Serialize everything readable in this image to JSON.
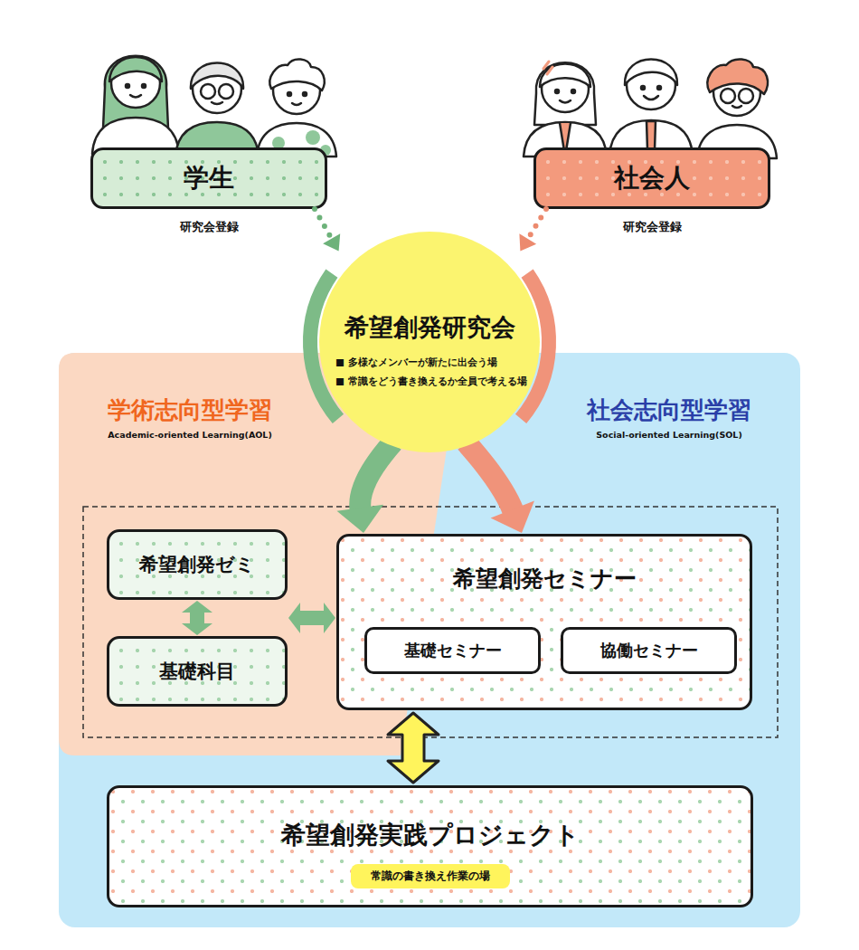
{
  "diagram": {
    "nodes": [
      {
        "text": [
          "学生",
          "研究会登録"
        ]
      },
      {
        "text": [
          "社会人",
          "研究会登録"
        ]
      },
      {
        "text": [
          "希望創発研究会",
          "■ 多様なメンバーが新たに出会う場",
          "■ 常識をどう書き換えるか全員で考える場"
        ]
      },
      {
        "text": [
          "社会志向型学習",
          "Social-oriented Learning(SOL)"
        ]
      },
      {
        "text": [
          "学術志向型学習",
          "Academic-oriented Learning(AOL)"
        ],
        "in": 3
      },
      {
        "text": [
          "希望創発ゼミ"
        ],
        "in": 4
      },
      {
        "text": [
          "基礎科目"
        ],
        "in": 4
      },
      {
        "text": [
          "希望創発セミナー"
        ],
        "in": 3
      },
      {
        "text": [
          "基礎セミナー"
        ],
        "in": 7
      },
      {
        "text": [
          "協働セミナー"
        ],
        "in": 7
      },
      {
        "text": [
          "希望創発実践プロジェクト",
          "常識の書き換え作業の場"
        ],
        "in": 3
      }
    ],
    "edges": [
      {
        "from": 0,
        "to": 2,
        "arrow": "to"
      },
      {
        "from": 1,
        "to": 2,
        "arrow": "to"
      },
      {
        "from": 2,
        "to": 7,
        "arrow": "to"
      },
      {
        "from": 2,
        "to": 7,
        "arrow": "to"
      },
      {
        "from": 5,
        "to": 6,
        "arrow": "both"
      },
      {
        "from": 6,
        "to": 7,
        "arrow": "both"
      },
      {
        "from": 7,
        "to": 10,
        "arrow": "both"
      }
    ]
  }
}
